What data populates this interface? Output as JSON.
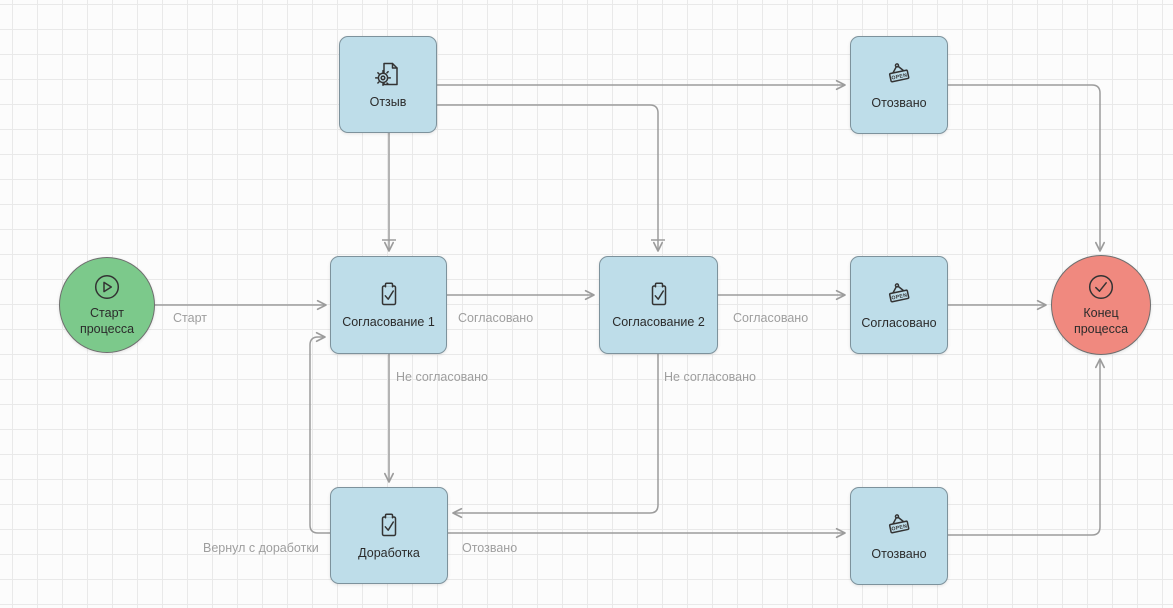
{
  "diagram": {
    "colors": {
      "canvas_bg": "#fcfcfc",
      "grid_line": "#e9e9e9",
      "node_fill": "#bedde9",
      "node_border": "#7d929c",
      "start_fill": "#7cc98b",
      "end_fill": "#f0897f",
      "circle_border": "#6e6e6e",
      "edge": "#9c9c9c",
      "edge_label_text": "#9e9e9e",
      "node_label_text": "#2b2b2b",
      "icon_stroke": "#333333"
    },
    "icons": {
      "open_sign_text": "OPEN"
    },
    "nodes": {
      "start": {
        "label": "Старт процесса",
        "icon": "play-icon",
        "type": "start-event"
      },
      "otzyv": {
        "label": "Отзыв",
        "icon": "document-gear-icon",
        "type": "task"
      },
      "soglasovanie1": {
        "label": "Согласование 1",
        "icon": "clipboard-check-icon",
        "type": "task"
      },
      "soglasovanie2": {
        "label": "Согласование 2",
        "icon": "clipboard-check-icon",
        "type": "task"
      },
      "otozvano_top": {
        "label": "Отозвано",
        "icon": "open-sign-icon",
        "type": "task"
      },
      "soglasovano": {
        "label": "Согласовано",
        "icon": "open-sign-icon",
        "type": "task"
      },
      "dorabotka": {
        "label": "Доработка",
        "icon": "clipboard-check-icon",
        "type": "task"
      },
      "otozvano_bottom": {
        "label": "Отозвано",
        "icon": "open-sign-icon",
        "type": "task"
      },
      "end": {
        "label": "Конец процесса",
        "icon": "check-circle-icon",
        "type": "end-event"
      }
    },
    "edges": {
      "start_to_s1": {
        "label": "Старт",
        "from": "start",
        "to": "soglasovanie1"
      },
      "otzyv_to_s1": {
        "label": "",
        "from": "otzyv",
        "to": "soglasovanie1"
      },
      "otzyv_to_otozvano": {
        "label": "",
        "from": "otzyv",
        "to": "otozvano_top"
      },
      "otzyv_to_s2": {
        "label": "",
        "from": "otzyv",
        "to": "soglasovanie2"
      },
      "s1_to_s2": {
        "label": "Согласовано",
        "from": "soglasovanie1",
        "to": "soglasovanie2"
      },
      "s2_to_soglasovano": {
        "label": "Согласовано",
        "from": "soglasovanie2",
        "to": "soglasovano"
      },
      "soglasovano_to_end": {
        "label": "",
        "from": "soglasovano",
        "to": "end"
      },
      "otozvano_top_to_end": {
        "label": "",
        "from": "otozvano_top",
        "to": "end"
      },
      "s1_to_dorabotka": {
        "label": "Не согласовано",
        "from": "soglasovanie1",
        "to": "dorabotka"
      },
      "s2_to_dorabotka": {
        "label": "Не согласовано",
        "from": "soglasovanie2",
        "to": "dorabotka"
      },
      "dorabotka_to_s1": {
        "label": "Вернул с доработки",
        "from": "dorabotka",
        "to": "soglasovanie1"
      },
      "dorabotka_to_otozvano": {
        "label": "Отозвано",
        "from": "dorabotka",
        "to": "otozvano_bottom"
      },
      "otozvano_bottom_to_end": {
        "label": "",
        "from": "otozvano_bottom",
        "to": "end"
      }
    }
  }
}
